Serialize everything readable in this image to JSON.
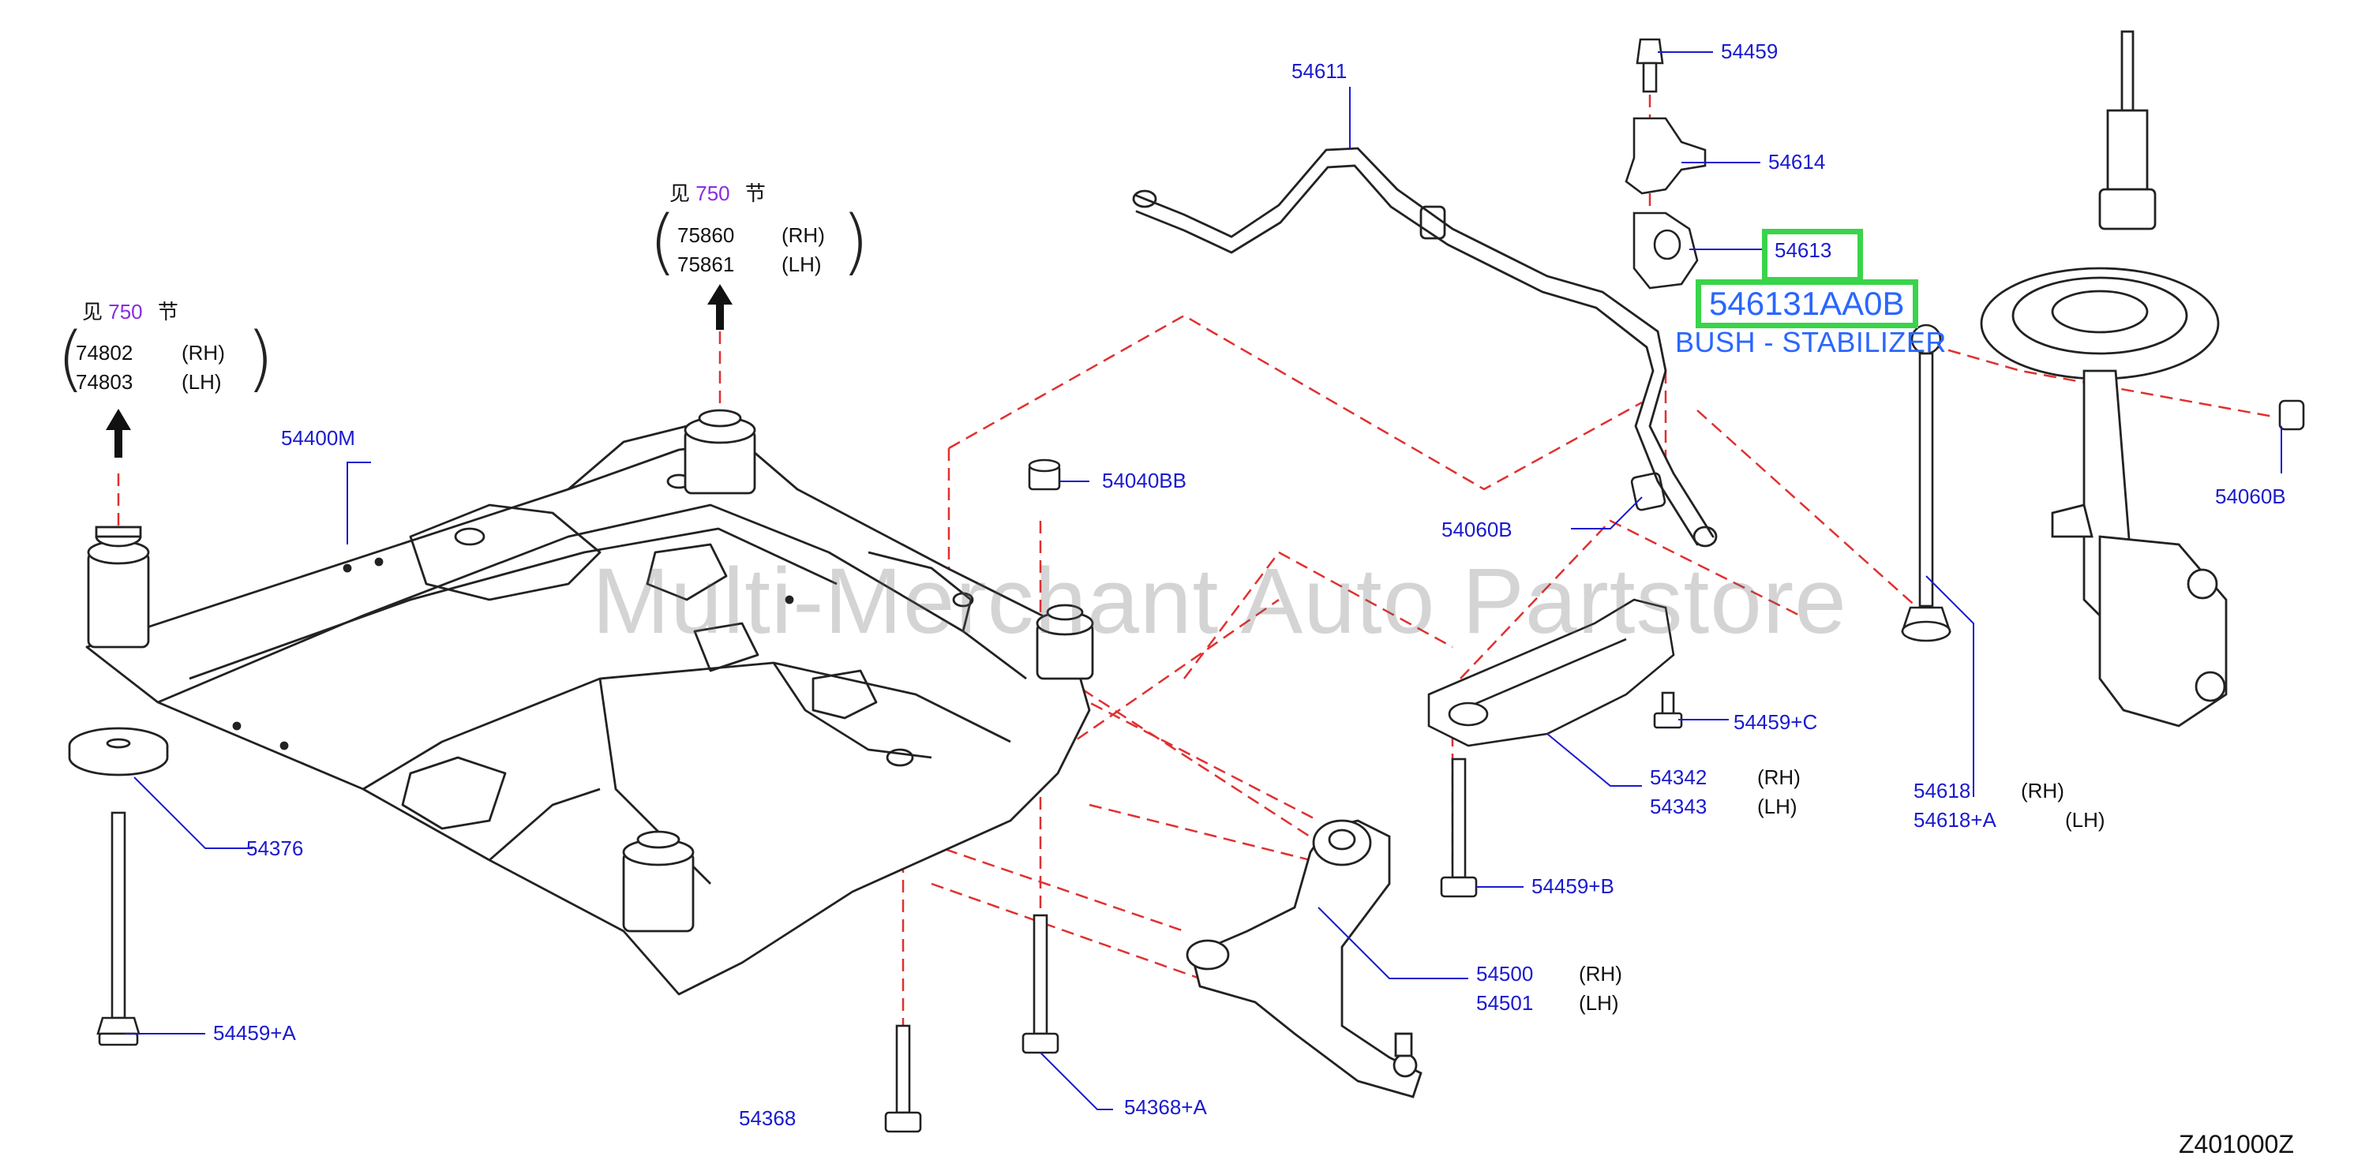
{
  "header_groups": [
    {
      "prefix": "见",
      "section": "750",
      "suffix": "节",
      "rows": [
        {
          "part": "75860",
          "side": "(RH)"
        },
        {
          "part": "75861",
          "side": "(LH)"
        }
      ]
    },
    {
      "prefix": "见",
      "section": "750",
      "suffix": "节",
      "rows": [
        {
          "part": "74802",
          "side": "(RH)"
        },
        {
          "part": "74803",
          "side": "(LH)"
        }
      ]
    }
  ],
  "callouts": {
    "c54611": "54611",
    "c54459": "54459",
    "c54614": "54614",
    "c54613": "54613",
    "c54400M": "54400M",
    "c54040BB": "54040BB",
    "c54060B_mid": "54060B",
    "c54060B_right": "54060B",
    "c54459C": "54459+C",
    "c54342": {
      "part": "54342",
      "side": "(RH)"
    },
    "c54343": {
      "part": "54343",
      "side": "(LH)"
    },
    "c54618": {
      "part": "54618",
      "side": "(RH)"
    },
    "c54618A": {
      "part": "54618+A",
      "side": "(LH)"
    },
    "c54376": "54376",
    "c54459B": "54459+B",
    "c54500": {
      "part": "54500",
      "side": "(RH)"
    },
    "c54501": {
      "part": "54501",
      "side": "(LH)"
    },
    "c54459A": "54459+A",
    "c54368": "54368",
    "c54368A": "54368+A"
  },
  "highlight": {
    "part_number": "546131AA0B",
    "description": "BUSH - STABILIZER",
    "accent_color": "#39d44a",
    "text_color": "#2a66ff"
  },
  "watermark": "Multi-Merchant Auto Partstore",
  "diagram_code": "Z401000Z"
}
